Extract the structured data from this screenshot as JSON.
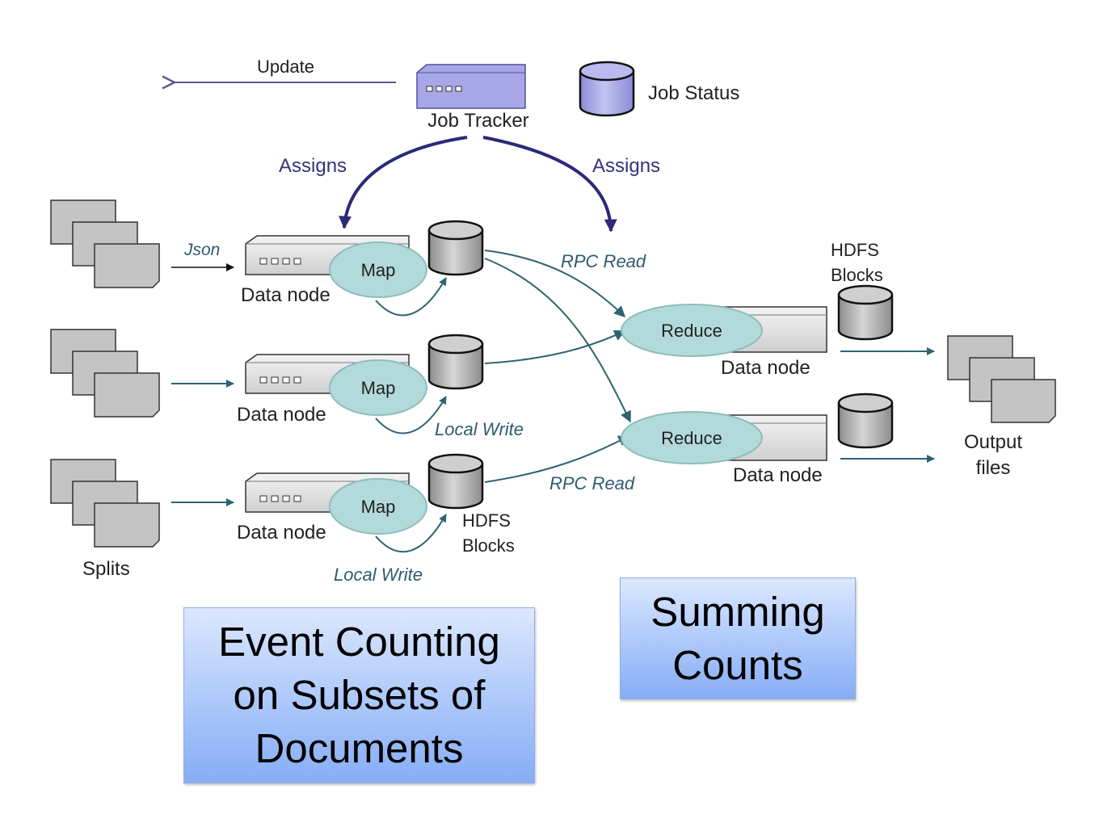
{
  "diagram": {
    "job_tracker": "Job Tracker",
    "job_status": "Job Status",
    "update": "Update",
    "assigns_left": "Assigns",
    "assigns_right": "Assigns",
    "json": "Json",
    "map": "Map",
    "reduce": "Reduce",
    "data_node": "Data node",
    "rpc_read_top": "RPC Read",
    "rpc_read_bottom": "RPC Read",
    "local_write_mid": "Local Write",
    "local_write_bottom": "Local Write",
    "hdfs_blocks_map": [
      "HDFS",
      "Blocks"
    ],
    "hdfs_blocks_reduce": [
      "HDFS",
      "Blocks"
    ],
    "splits": "Splits",
    "output_files": [
      "Output",
      "files"
    ]
  },
  "callouts": {
    "event_counting": "Event Counting\non Subsets of\nDocuments",
    "summing_counts": "Summing\nCounts"
  }
}
